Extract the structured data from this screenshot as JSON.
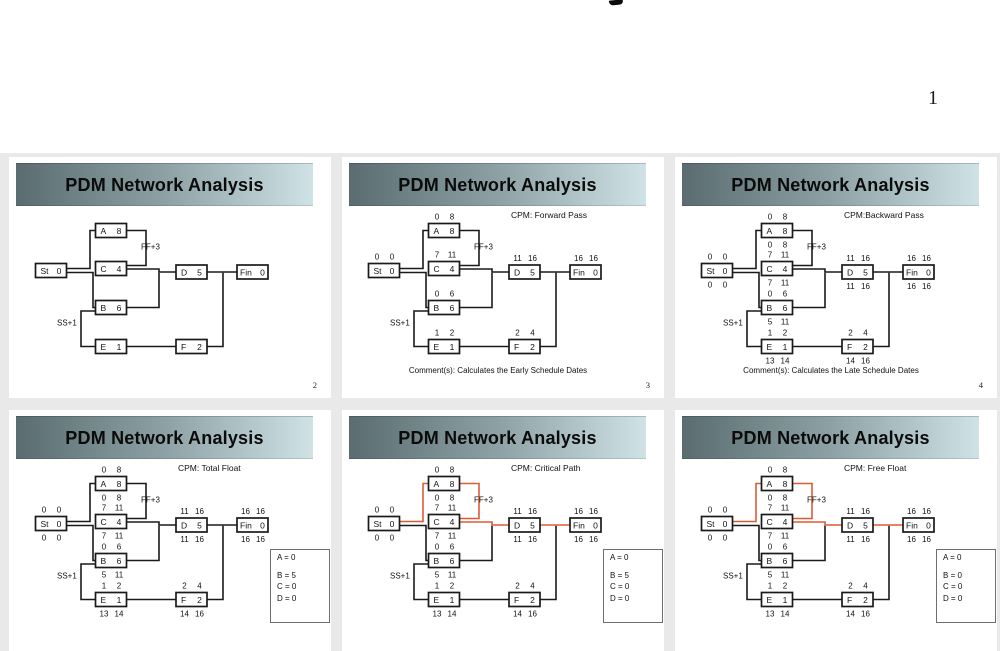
{
  "viewer": {
    "background": "#e9e9e9",
    "page_background": "#ffffff"
  },
  "page1": {
    "page_number": "1"
  },
  "slide_title": "PDM Network Analysis",
  "colors": {
    "banner_left": "#5a6c6f",
    "banner_mid": "#8da1a4",
    "banner_right": "#cfe3e6",
    "line": "#1a1a1a",
    "critical_path": "#dd5b35"
  },
  "labels": {
    "ff": "FF+3",
    "ss": "SS+1"
  },
  "network": {
    "nodes": [
      {
        "id": "St",
        "name": "St",
        "dur": "0",
        "early": [
          "0",
          "0"
        ],
        "late": [
          "0",
          "0"
        ]
      },
      {
        "id": "A",
        "name": "A",
        "dur": "8",
        "early": [
          "0",
          "8"
        ],
        "late": [
          "0",
          "8"
        ]
      },
      {
        "id": "C",
        "name": "C",
        "dur": "4",
        "early": [
          "7",
          "11"
        ],
        "late": [
          "7",
          "11"
        ]
      },
      {
        "id": "B",
        "name": "B",
        "dur": "6",
        "early": [
          "0",
          "6"
        ],
        "late": [
          "5",
          "11"
        ]
      },
      {
        "id": "E",
        "name": "E",
        "dur": "1",
        "early": [
          "1",
          "2"
        ],
        "late": [
          "13",
          "14"
        ]
      },
      {
        "id": "D",
        "name": "D",
        "dur": "5",
        "early": [
          "11",
          "16"
        ],
        "late": [
          "11",
          "16"
        ]
      },
      {
        "id": "F",
        "name": "F",
        "dur": "2",
        "early": [
          "2",
          "4"
        ],
        "late": [
          "14",
          "16"
        ]
      },
      {
        "id": "Fin",
        "name": "Fin",
        "dur": "0",
        "early": [
          "16",
          "16"
        ],
        "late": [
          "16",
          "16"
        ]
      }
    ]
  },
  "slides": [
    {
      "page_number": "2",
      "subtitle": "",
      "comment": "",
      "show_early": false,
      "show_late": false,
      "critical_path": false,
      "floats": []
    },
    {
      "page_number": "3",
      "subtitle": "CPM: Forward Pass",
      "comment": "Comment(s): Calculates the Early Schedule Dates",
      "show_early": true,
      "show_late": false,
      "critical_path": false,
      "floats": []
    },
    {
      "page_number": "4",
      "subtitle": "CPM:Backward Pass",
      "comment": "Comment(s): Calculates the Late Schedule Dates",
      "show_early": true,
      "show_late": true,
      "critical_path": false,
      "floats": []
    },
    {
      "page_number": "",
      "subtitle": "CPM: Total Float",
      "comment": "",
      "show_early": true,
      "show_late": true,
      "critical_path": false,
      "floats": [
        {
          "name": "A",
          "value": "0"
        },
        {
          "name": "B",
          "value": "5"
        },
        {
          "name": "C",
          "value": "0"
        },
        {
          "name": "D",
          "value": "0"
        }
      ]
    },
    {
      "page_number": "",
      "subtitle": "CPM: Critical Path",
      "comment": "",
      "show_early": true,
      "show_late": true,
      "critical_path": true,
      "floats": [
        {
          "name": "A",
          "value": "0"
        },
        {
          "name": "B",
          "value": "5"
        },
        {
          "name": "C",
          "value": "0"
        },
        {
          "name": "D",
          "value": "0"
        }
      ]
    },
    {
      "page_number": "",
      "subtitle": "CPM: Free Float",
      "comment": "",
      "show_early": true,
      "show_late": true,
      "critical_path": true,
      "floats": [
        {
          "name": "A",
          "value": "0"
        },
        {
          "name": "B",
          "value": "0"
        },
        {
          "name": "C",
          "value": "0"
        },
        {
          "name": "D",
          "value": "0"
        }
      ]
    }
  ]
}
